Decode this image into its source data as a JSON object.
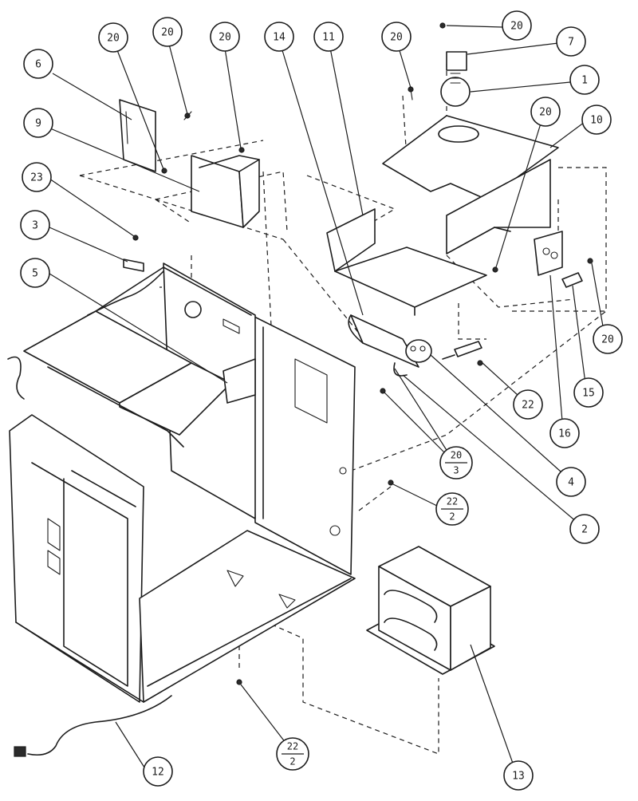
{
  "callouts": [
    {
      "id": "c6",
      "label": "6"
    },
    {
      "id": "c20a",
      "label": "20"
    },
    {
      "id": "c20b",
      "label": "20"
    },
    {
      "id": "c20c",
      "label": "20"
    },
    {
      "id": "c14",
      "label": "14"
    },
    {
      "id": "c11",
      "label": "11"
    },
    {
      "id": "c20d",
      "label": "20"
    },
    {
      "id": "c20e",
      "label": "20"
    },
    {
      "id": "c7",
      "label": "7"
    },
    {
      "id": "c1",
      "label": "1"
    },
    {
      "id": "c20f",
      "label": "20"
    },
    {
      "id": "c10",
      "label": "10"
    },
    {
      "id": "c9",
      "label": "9"
    },
    {
      "id": "c23",
      "label": "23"
    },
    {
      "id": "c3",
      "label": "3"
    },
    {
      "id": "c5",
      "label": "5"
    },
    {
      "id": "c20g",
      "label": "20"
    },
    {
      "id": "c15",
      "label": "15"
    },
    {
      "id": "c22a",
      "label": "22"
    },
    {
      "id": "c16",
      "label": "16"
    },
    {
      "id": "c4",
      "label": "4"
    },
    {
      "id": "c2",
      "label": "2"
    },
    {
      "id": "c12",
      "label": "12"
    },
    {
      "id": "c13",
      "label": "13"
    }
  ],
  "fraction_callouts": [
    {
      "id": "f20_3",
      "top": "20",
      "bottom": "3"
    },
    {
      "id": "f22_2a",
      "top": "22",
      "bottom": "2"
    },
    {
      "id": "f22_2b",
      "top": "22",
      "bottom": "2"
    }
  ]
}
